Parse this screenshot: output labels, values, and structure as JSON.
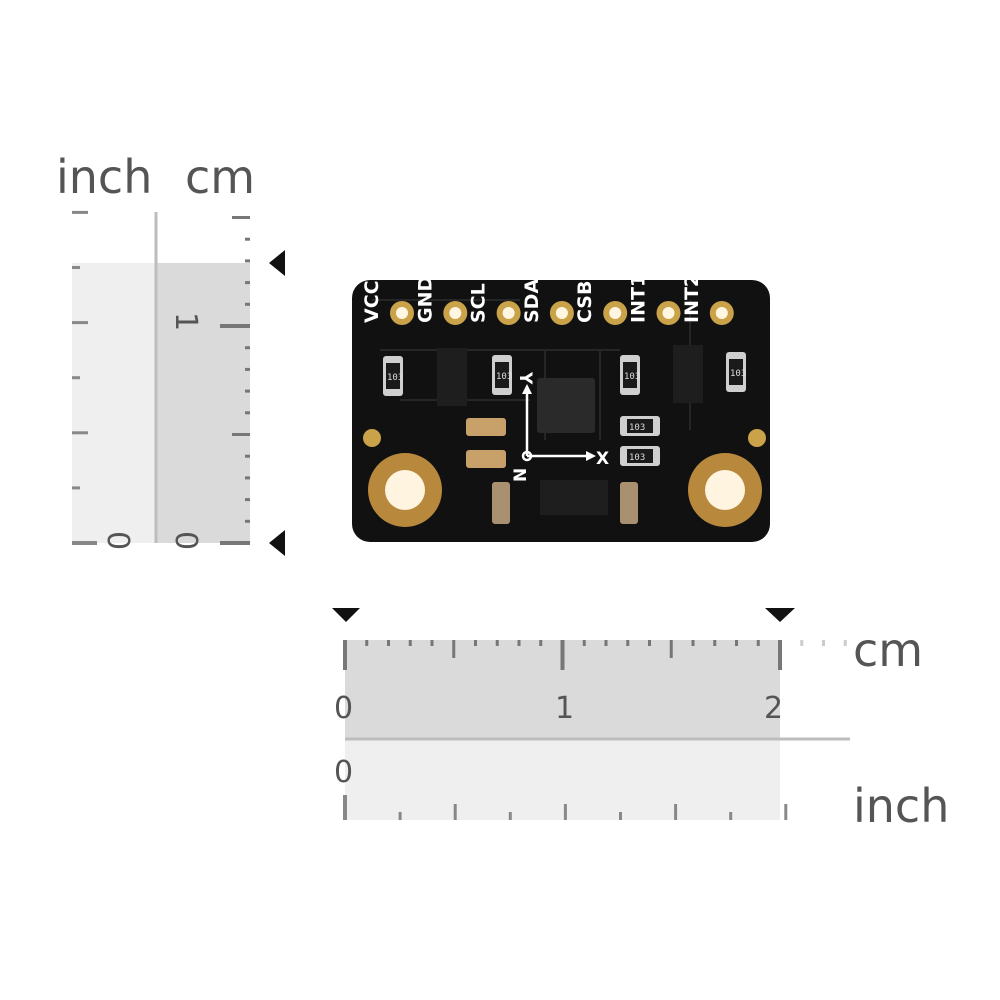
{
  "vertical_ruler": {
    "unit_inch": "inch",
    "unit_cm": "cm",
    "inch_zero": "0",
    "cm_zero": "0",
    "cm_one": "1"
  },
  "horizontal_ruler": {
    "unit_cm": "cm",
    "unit_inch": "inch",
    "cm_labels": [
      "0",
      "1",
      "2"
    ],
    "inch_zero": "0"
  },
  "board": {
    "pins": [
      "VCC",
      "GND",
      "SCL",
      "SDA",
      "CSB",
      "INT1",
      "INT2"
    ],
    "resistor_marking": "103",
    "axes": {
      "x": "X",
      "y": "Y",
      "n": "N"
    },
    "colors": {
      "pcb": "#111111",
      "gold": "#c9a24a",
      "silk": "#ffffff"
    }
  }
}
